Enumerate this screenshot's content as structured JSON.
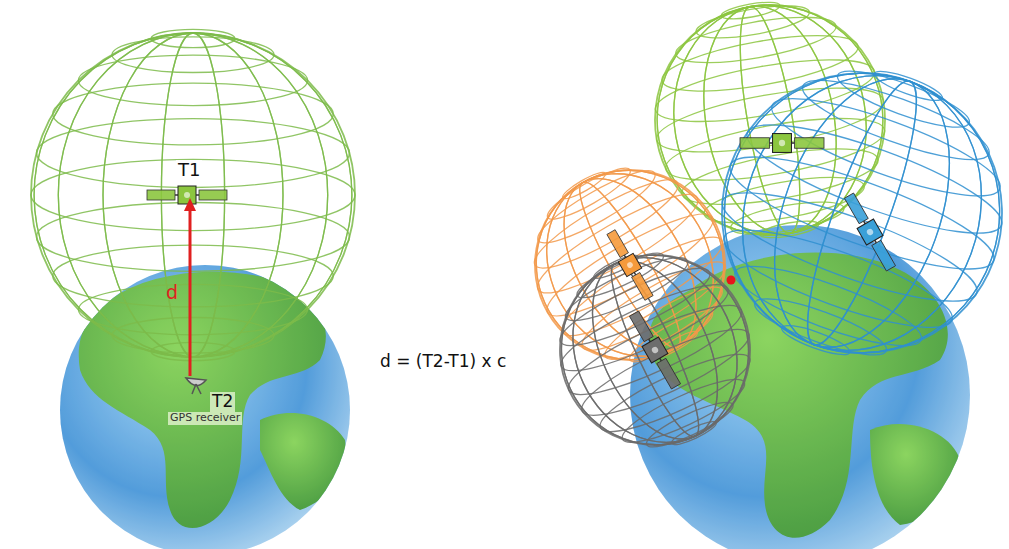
{
  "diagram": {
    "labels": [
      "T1",
      "d",
      "T2",
      "GPS receiver",
      "d = (T2-T1) x c"
    ]
  }
}
